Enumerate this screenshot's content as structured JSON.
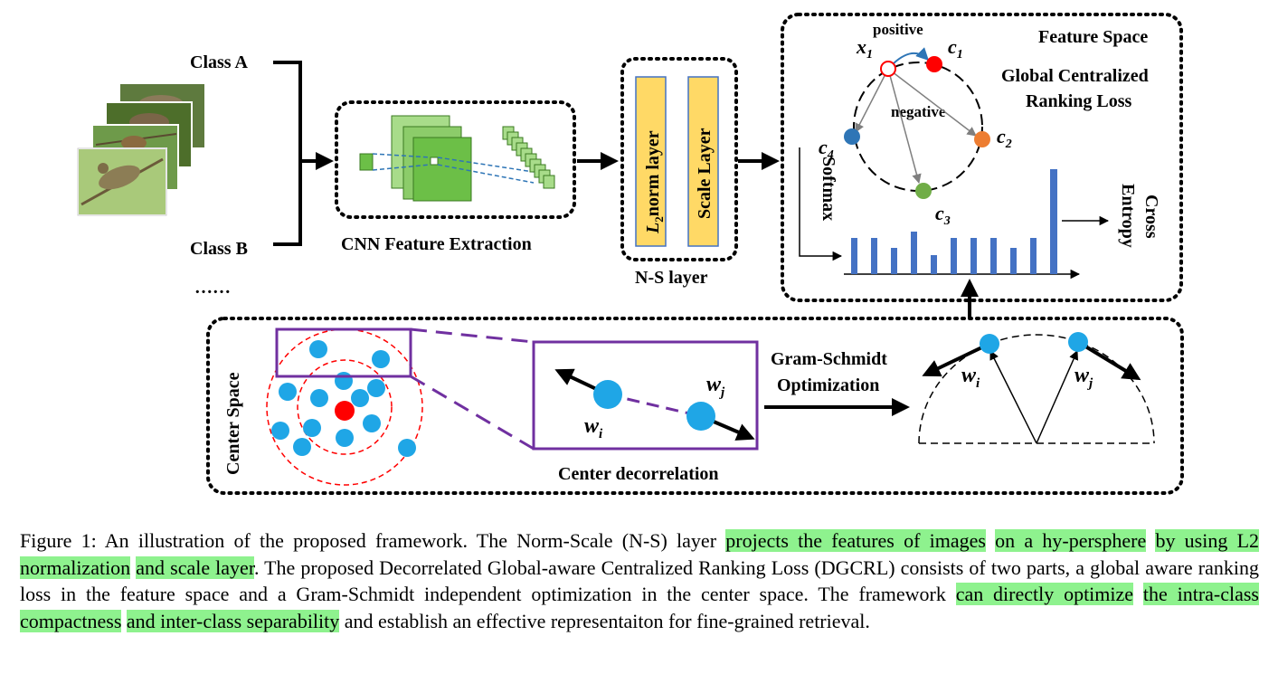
{
  "diagram": {
    "class_a": "Class A",
    "class_b": "Class B",
    "ellipsis": "……",
    "cnn_label": "CNN Feature Extraction",
    "l2_layer": "L2norm layer",
    "l2_layer_rest": "norm layer",
    "l2_letter": "L",
    "l2_sub": "2",
    "scale_layer": "Scale Layer",
    "ns_label": "N-S layer",
    "feature_space": "Feature Space",
    "gcrl_line1": "Global Centralized",
    "gcrl_line2": "Ranking Loss",
    "positive": "positive",
    "negative": "negative",
    "x1": "x",
    "x1_sub": "1",
    "c_letter": "c",
    "c1_sub": "1",
    "c2_sub": "2",
    "c3_sub": "3",
    "c4_sub": "4",
    "softmax": "Softmax",
    "cross_entropy_1": "Cross",
    "cross_entropy_2": "Entropy",
    "center_space": "Center Space",
    "center_decorrelation": "Center decorrelation",
    "gram_schmidt_1": "Gram-Schmidt",
    "gram_schmidt_2": "Optimization",
    "w_letter": "w",
    "wi_sub": "i",
    "wj_sub": "j"
  },
  "colors": {
    "yellow_box": "#ffd966",
    "blue_box_border": "#4472c4",
    "bar_blue": "#4472c4",
    "center_blue": "#1fa6e6",
    "center_red": "#ff0000",
    "purple": "#7030a0",
    "c1_red": "#ff0000",
    "c2_orange": "#ed7d31",
    "c3_green": "#70ad47",
    "c4_blue": "#2e75b6",
    "cnn_green": "#6cbf47",
    "highlight": "#8ef28e"
  },
  "caption": {
    "p1": "Figure 1: An illustration of the proposed framework. The Norm-Scale (N-S) layer ",
    "h1": "projects the features of images",
    "s1": " ",
    "h2": "on a hy-persphere",
    "s2": " ",
    "h3": "by using L2 normalization",
    "s3": " ",
    "h4": "and scale layer",
    "p2": ". The proposed Decorrelated Global-aware Centralized Ranking Loss (DGCRL) consists of two parts, a global aware ranking loss in the feature space and a Gram-Schmidt independent optimization in the center space. The framework ",
    "h5": "can directly optimize",
    "s5": " ",
    "h6": "the intra-class compactness",
    "s6": " ",
    "h7": "and inter-class separability",
    "p3": " and establish an effective representaiton for fine-grained retrieval."
  }
}
